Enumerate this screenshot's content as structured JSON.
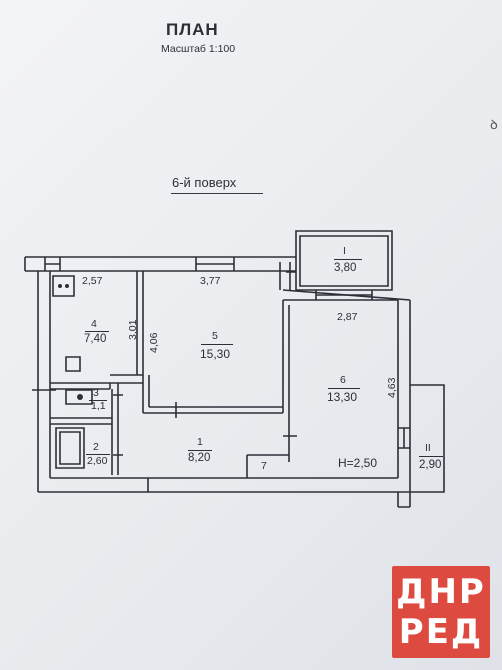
{
  "header": {
    "title": "ПЛАН",
    "scale": "Масштаб 1:100"
  },
  "floor_label": "6-й поверх",
  "rooms": [
    {
      "number": "1",
      "area": "8,20"
    },
    {
      "number": "2",
      "area": "2,60"
    },
    {
      "number": "3",
      "area": "1,1"
    },
    {
      "number": "4",
      "area": "7,40"
    },
    {
      "number": "5",
      "area": "15,30"
    },
    {
      "number": "6",
      "area": "13,30"
    },
    {
      "number": "7",
      "area": ""
    }
  ],
  "balconies": [
    {
      "number": "I",
      "area": "3,80"
    },
    {
      "number": "II",
      "area": "2,90"
    }
  ],
  "dimensions": {
    "room4_width": "2,57",
    "room4_height": "3,01",
    "room5_width": "3,77",
    "room5_height": "4,06",
    "room6_width": "2,87",
    "room6_height": "4,63"
  },
  "ceiling_height": "H=2,50",
  "watermark": {
    "line1": "ДНР",
    "line2": "РЕД"
  },
  "colors": {
    "ink": "#2e2e38",
    "watermark": "#dd4a40"
  }
}
